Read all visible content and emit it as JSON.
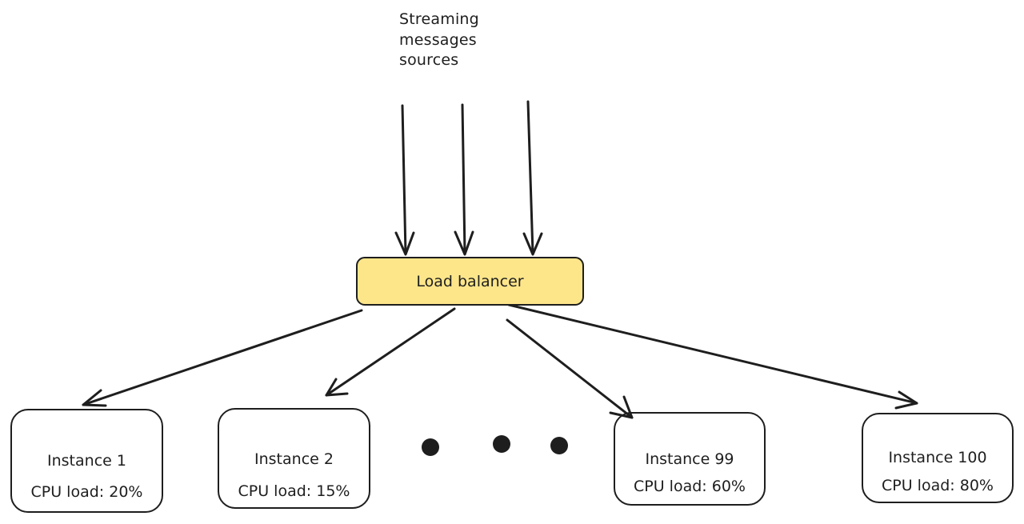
{
  "source": {
    "label_lines": [
      "Streaming",
      "messages",
      "sources"
    ]
  },
  "load_balancer": {
    "label": "Load balancer",
    "fill_color": "#fde68a"
  },
  "instances": [
    {
      "name": "Instance 1",
      "cpu": "CPU load: 20%"
    },
    {
      "name": "Instance 2",
      "cpu": "CPU load: 15%"
    },
    {
      "name": "Instance 99",
      "cpu": "CPU load: 60%"
    },
    {
      "name": "Instance 100",
      "cpu": "CPU load: 80%"
    }
  ],
  "stroke_color": "#1e1e1e"
}
